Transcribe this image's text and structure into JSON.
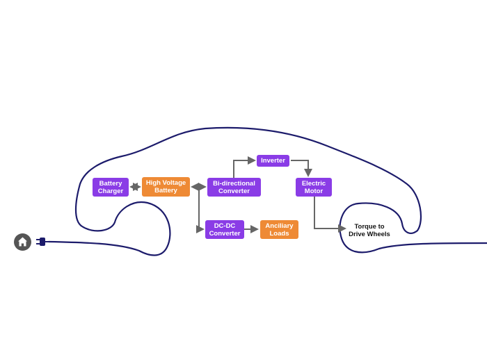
{
  "nodes": {
    "battery_charger": "Battery\nCharger",
    "high_voltage_battery": "High Voltage\nBattery",
    "bidirectional_converter": "Bi-directional\nConverter",
    "inverter": "Inverter",
    "electric_motor": "Electric\nMotor",
    "dc_dc_converter": "DC-DC\nConverter",
    "ancillary_loads": "Anciliary\nLoads",
    "torque_label": "Torque to\nDrive Wheels"
  },
  "icons": {
    "home": "home-icon",
    "plug": "plug-icon"
  },
  "colors": {
    "purple_node": "#8a3ce6",
    "orange_node": "#ee8a35",
    "car_outline": "#1c1b6b",
    "arrows": "#666666"
  }
}
